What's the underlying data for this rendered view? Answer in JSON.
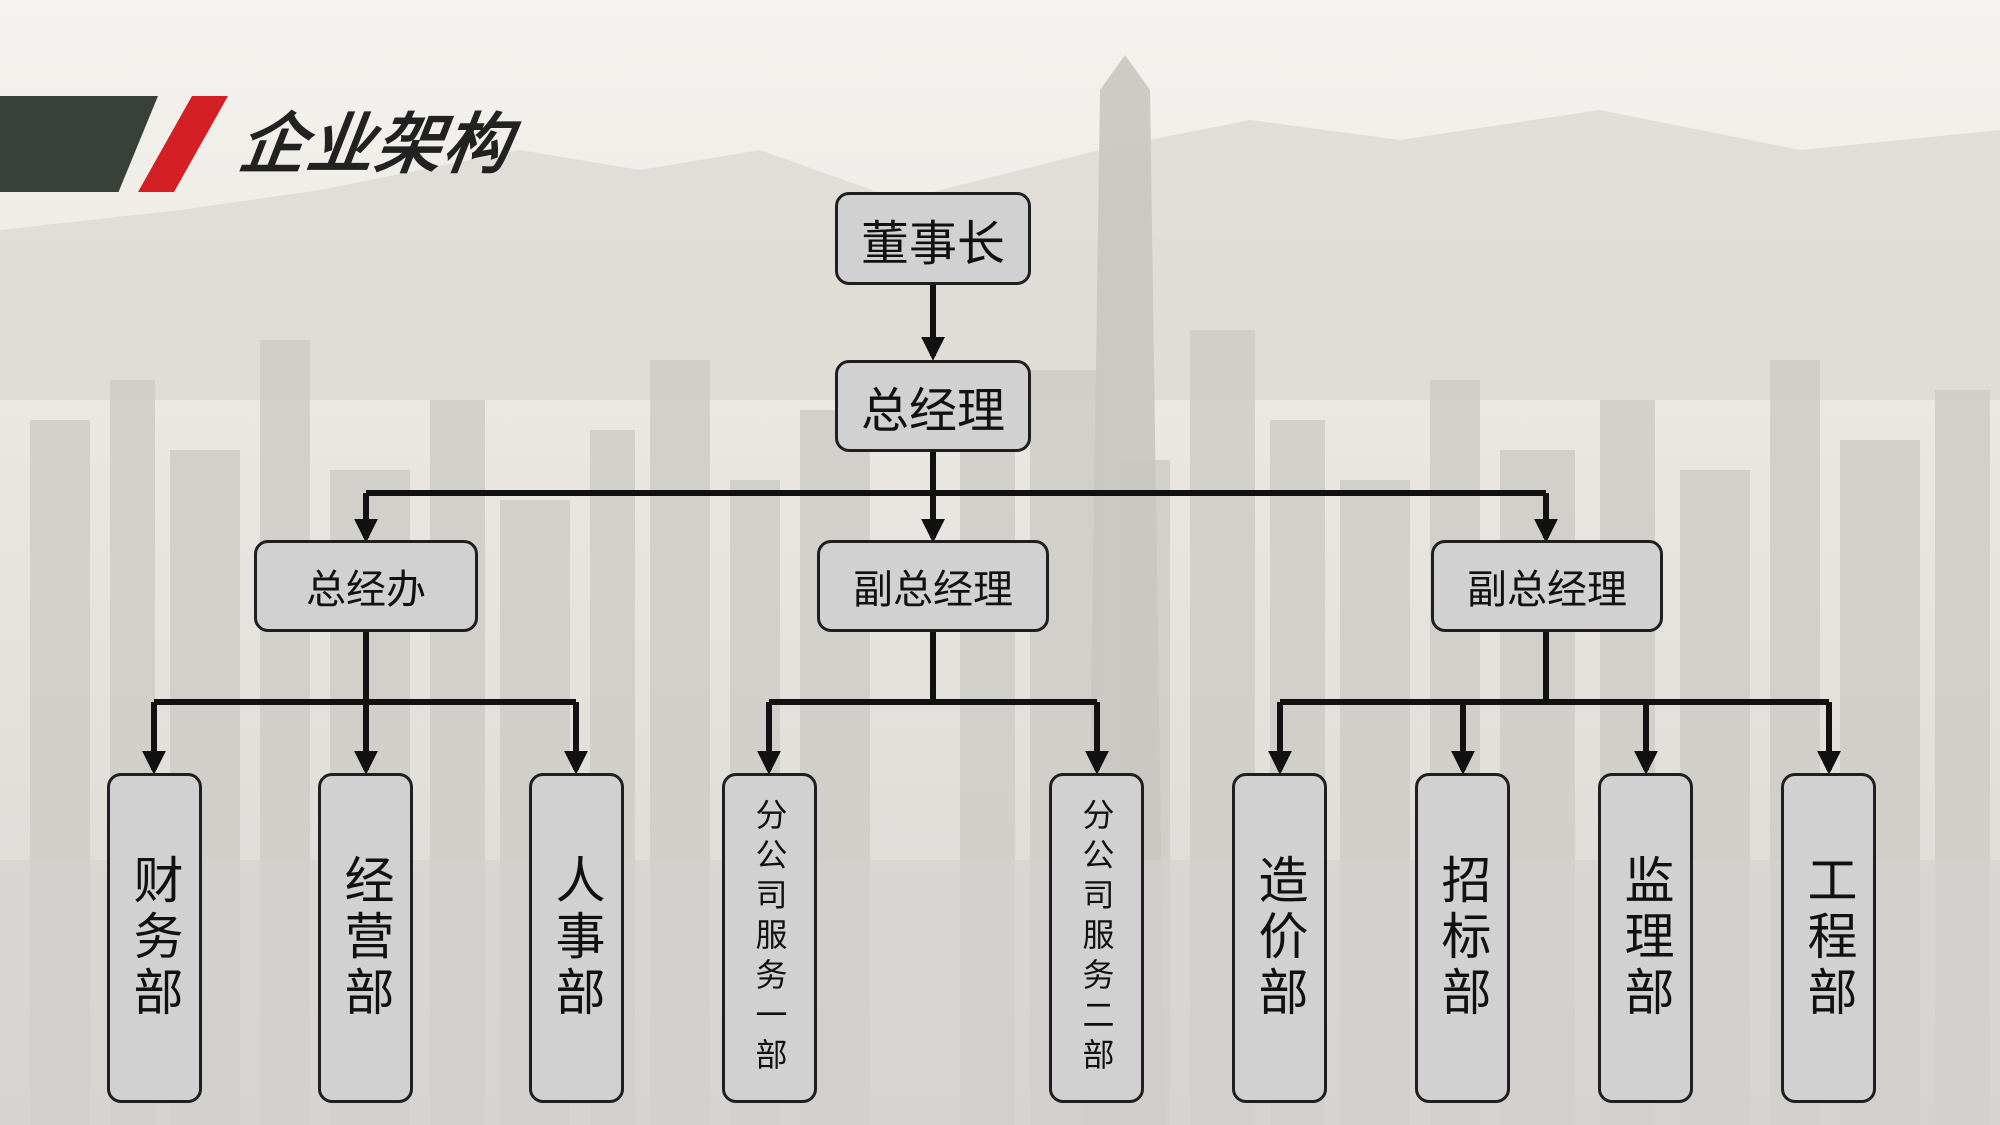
{
  "header": {
    "title": "企业架构"
  },
  "org": {
    "chairman": "董事长",
    "gm": "总经理",
    "office": "总经办",
    "vp1": "副总经理",
    "vp2": "副总经理",
    "finance": "财务部",
    "operations": "经营部",
    "hr": "人事部",
    "branch1": "分公司服务一部",
    "branch2": "分公司服务二部",
    "costing": "造价部",
    "bidding": "招标部",
    "supervision": "监理部",
    "engineering": "工程部"
  },
  "colors": {
    "banner_dark": "#38403a",
    "banner_red": "#d41f25",
    "node_fill": "#d1d1d1",
    "node_border": "#1f1f1f",
    "connector": "#111111"
  }
}
